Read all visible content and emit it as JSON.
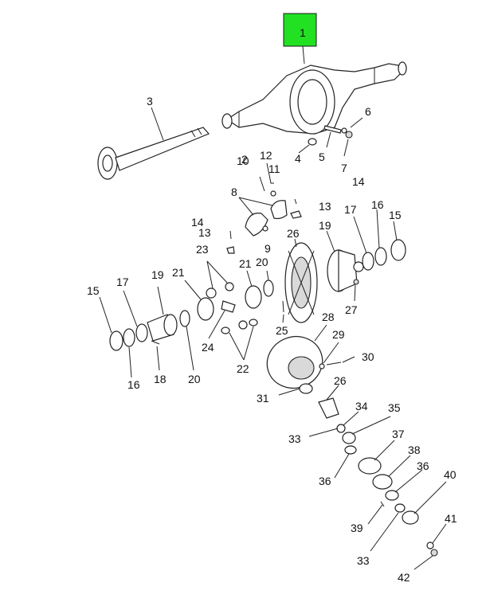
{
  "diagram": {
    "highlight_color": "#22e022",
    "highlighted_part": "1",
    "callouts": [
      "1",
      "2",
      "3",
      "4",
      "5",
      "6",
      "7",
      "8",
      "9",
      "10",
      "11",
      "12",
      "13",
      "14",
      "15",
      "16",
      "17",
      "18",
      "19",
      "20",
      "21",
      "22",
      "23",
      "24",
      "25",
      "26",
      "27",
      "28",
      "29",
      "30",
      "31",
      "33",
      "34",
      "35",
      "36",
      "37",
      "38",
      "39",
      "40",
      "41",
      "42"
    ]
  }
}
